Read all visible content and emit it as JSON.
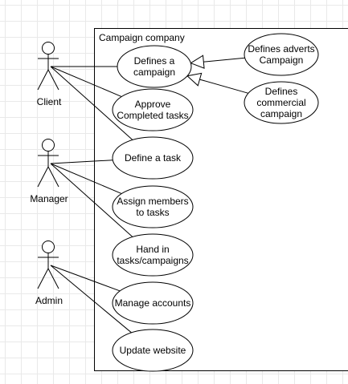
{
  "system": {
    "title": "Campaign company"
  },
  "actors": [
    {
      "id": "client",
      "label": "Client"
    },
    {
      "id": "manager",
      "label": "Manager"
    },
    {
      "id": "admin",
      "label": "Admin"
    }
  ],
  "use_cases": [
    {
      "id": "defines-campaign",
      "lines": [
        "Defines a",
        "campaign"
      ]
    },
    {
      "id": "approve-tasks",
      "lines": [
        "Approve",
        "Completed tasks"
      ]
    },
    {
      "id": "define-task",
      "lines": [
        "Define a task"
      ]
    },
    {
      "id": "assign-members",
      "lines": [
        "Assign members",
        "to tasks"
      ]
    },
    {
      "id": "hand-in",
      "lines": [
        "Hand in",
        "tasks/campaigns"
      ]
    },
    {
      "id": "manage-accounts",
      "lines": [
        "Manage accounts"
      ]
    },
    {
      "id": "update-website",
      "lines": [
        "Update website"
      ]
    },
    {
      "id": "adverts-campaign",
      "lines": [
        "Defines adverts",
        "Campaign"
      ]
    },
    {
      "id": "commercial-campaign",
      "lines": [
        "Defines",
        "commercial",
        "campaign"
      ]
    }
  ],
  "associations": [
    {
      "from": "client",
      "to": "defines-campaign"
    },
    {
      "from": "client",
      "to": "approve-tasks"
    },
    {
      "from": "client",
      "to": "define-task"
    },
    {
      "from": "manager",
      "to": "define-task"
    },
    {
      "from": "manager",
      "to": "assign-members"
    },
    {
      "from": "manager",
      "to": "hand-in"
    },
    {
      "from": "admin",
      "to": "manage-accounts"
    },
    {
      "from": "admin",
      "to": "update-website"
    }
  ],
  "generalizations": [
    {
      "child": "adverts-campaign",
      "parent": "defines-campaign"
    },
    {
      "child": "commercial-campaign",
      "parent": "defines-campaign"
    }
  ],
  "colors": {
    "stroke": "#000000",
    "fill": "#ffffff",
    "grid": "#e9e9e9"
  }
}
